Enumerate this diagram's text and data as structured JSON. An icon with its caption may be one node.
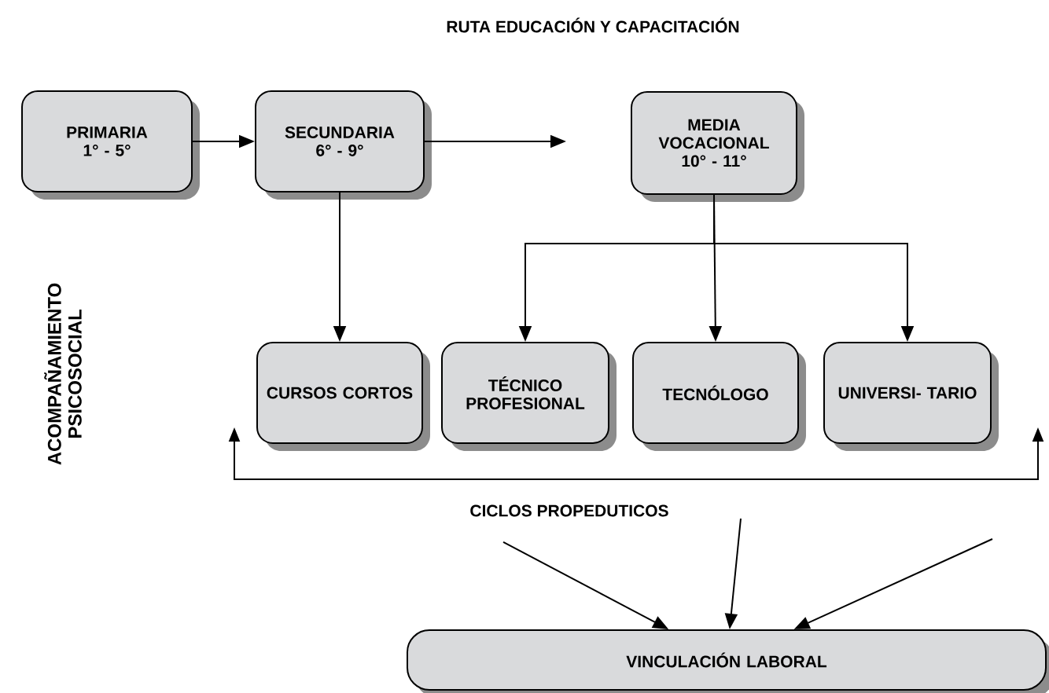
{
  "diagram": {
    "title": "RUTA EDUCACIÓN Y CAPACITACIÓN",
    "nodes": [
      {
        "text": [
          "PRIMARIA",
          "1° - 5°"
        ]
      },
      {
        "text": [
          "SECUNDARIA",
          "6° - 9°"
        ]
      },
      {
        "text": [
          "MEDIA VOCACIONAL",
          "10° - 11°"
        ]
      },
      {
        "text": [
          "CURSOS CORTOS"
        ]
      },
      {
        "text": [
          "TÉCNICO PROFESIONAL"
        ]
      },
      {
        "text": [
          "TECNÓLOGO"
        ]
      },
      {
        "text": [
          "UNIVERSI- TARIO"
        ]
      },
      {
        "text": [
          "VINCULACIÓN LABORAL"
        ]
      }
    ],
    "edges": [
      {
        "from": 0,
        "to": 1,
        "arrow": "to"
      },
      {
        "from": 1,
        "to": null,
        "arrow": "to"
      },
      {
        "from": 1,
        "to": 3,
        "arrow": "to"
      },
      {
        "from": 2,
        "to": 4,
        "arrow": "to"
      },
      {
        "from": 2,
        "to": 5,
        "arrow": "to"
      },
      {
        "from": 2,
        "to": 6,
        "arrow": "to"
      },
      {
        "from": null,
        "to": 7,
        "arrow": "to"
      },
      {
        "from": null,
        "to": 7,
        "arrow": "to"
      },
      {
        "from": null,
        "to": 7,
        "arrow": "to"
      }
    ],
    "labels": [
      "ACOMPAÑAMIENTO PSICOSOCIAL",
      "CICLOS PROPEDUTICOS"
    ]
  }
}
